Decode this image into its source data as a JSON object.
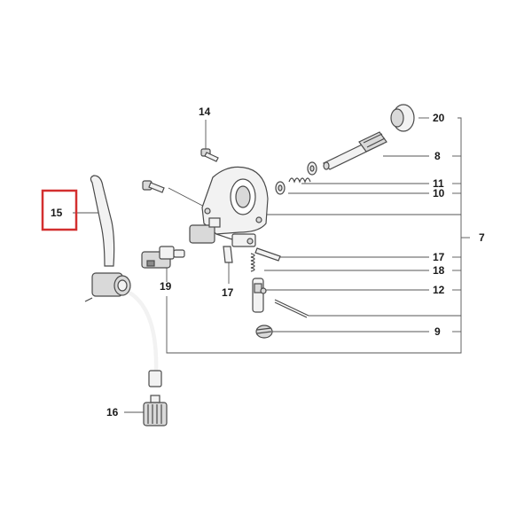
{
  "diagram": {
    "highlight_color": "#d32f2f",
    "callouts": [
      {
        "id": "14",
        "label": "14"
      },
      {
        "id": "20",
        "label": "20"
      },
      {
        "id": "8",
        "label": "8"
      },
      {
        "id": "11",
        "label": "11"
      },
      {
        "id": "10",
        "label": "10"
      },
      {
        "id": "7",
        "label": "7"
      },
      {
        "id": "15",
        "label": "15"
      },
      {
        "id": "17a",
        "label": "17"
      },
      {
        "id": "18",
        "label": "18"
      },
      {
        "id": "19",
        "label": "19"
      },
      {
        "id": "17b",
        "label": "17"
      },
      {
        "id": "12",
        "label": "12"
      },
      {
        "id": "9",
        "label": "9"
      },
      {
        "id": "16",
        "label": "16"
      }
    ]
  }
}
